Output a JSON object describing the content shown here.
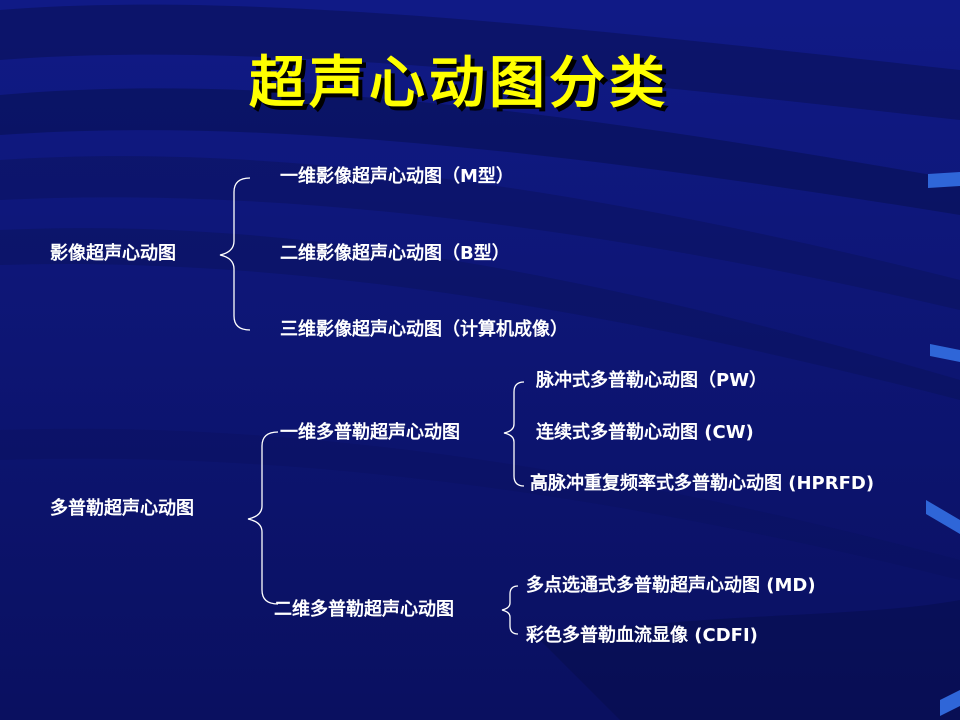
{
  "title": "超声心动图分类",
  "colors": {
    "background": "#0d1470",
    "title": "#ffff00",
    "text": "#ffffff",
    "accent_stripe": "#2f66d8"
  },
  "tree": {
    "imaging": {
      "label": "影像超声心动图",
      "children": [
        "一维影像超声心动图（M型）",
        "二维影像超声心动图（B型）",
        "三维影像超声心动图（计算机成像）"
      ]
    },
    "doppler": {
      "label": "多普勒超声心动图",
      "one_d": {
        "label": "一维多普勒超声心动图",
        "children": [
          "脉冲式多普勒心动图（PW）",
          "连续式多普勒心动图 (CW)",
          "高脉冲重复频率式多普勒心动图 (HPRFD)"
        ]
      },
      "two_d": {
        "label": "二维多普勒超声心动图",
        "children": [
          "多点选通式多普勒超声心动图 (MD)",
          "彩色多普勒血流显像 (CDFI)"
        ]
      }
    }
  }
}
